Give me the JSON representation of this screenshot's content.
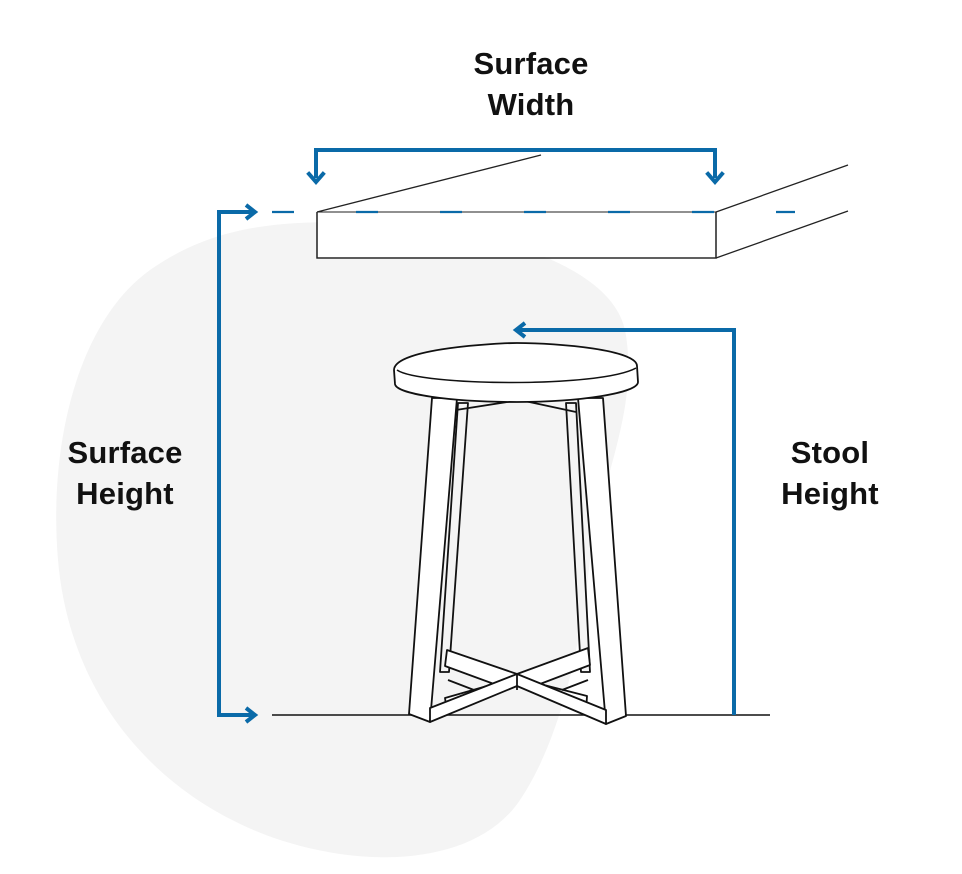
{
  "diagram": {
    "type": "dimension-diagram",
    "subject": "stool under counter surface",
    "labels": {
      "surface_width": {
        "line1": "Surface",
        "line2": "Width"
      },
      "surface_height": {
        "line1": "Surface",
        "line2": "Height"
      },
      "stool_height": {
        "line1": "Stool",
        "line2": "Height"
      }
    },
    "colors": {
      "accent_blue": "#0a6aa8",
      "blob_gray": "#f4f4f4",
      "line_black": "#111111",
      "background": "#ffffff"
    },
    "icons": {
      "width_arrows": "down-arrow-icon",
      "surface_height_arrows": "right-arrow-icon",
      "stool_height_arrow": "left-arrow-icon"
    }
  }
}
